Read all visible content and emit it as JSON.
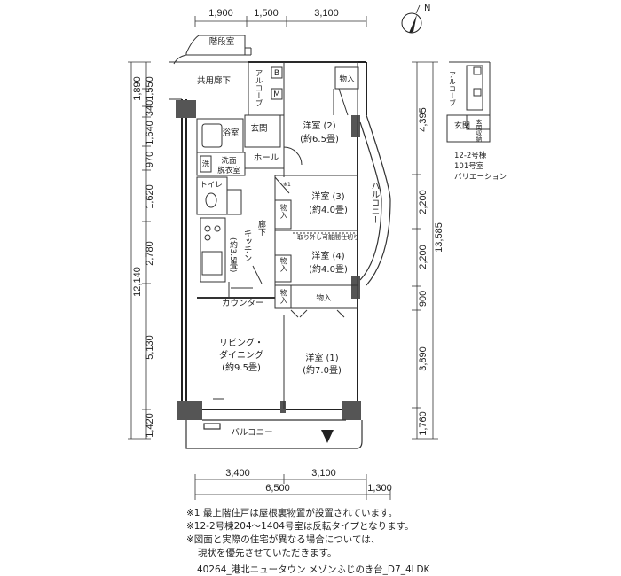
{
  "dims": {
    "top": [
      "1,900",
      "1,500",
      "3,100"
    ],
    "bottom_inner": [
      "3,400",
      "3,100"
    ],
    "bottom_total": "6,500",
    "bottom_extra": "1,300",
    "left_a": [
      "1,890",
      "340",
      "1,640",
      "970",
      "1,620",
      "2,780",
      "5,130",
      "1,420"
    ],
    "left_b": [
      "1,550"
    ],
    "left_total": "12,140",
    "right_a": [
      "4,395",
      "2,200",
      "2,200",
      "900",
      "3,890",
      "1,760"
    ],
    "right_total": "13,585"
  },
  "rooms": {
    "stair": "階段室",
    "corridor": "共用廊下",
    "alcove": "アルコーブ",
    "b": "B",
    "m": "M",
    "storage": "物入",
    "entrance": "玄関",
    "bath": "浴室",
    "wash": "洗",
    "washroom_a": "洗面",
    "washroom_b": "脱衣室",
    "hall": "ホール",
    "toilet": "トイレ",
    "western2_a": "洋室 (2)",
    "western2_b": "(約6.5畳)",
    "western3_a": "洋室 (3)",
    "western3_b": "(約4.0畳)",
    "western4_a": "洋室 (4)",
    "western4_b": "(約4.0畳)",
    "removable": "取り外し可能間仕切り",
    "hallway": "廊下",
    "kitchen": "キッチン",
    "kitchen_size": "(約3.5畳)",
    "counter": "カウンター",
    "living_a": "リビング・",
    "living_b": "ダイニング",
    "living_c": "(約9.5畳)",
    "western1_a": "洋室 (1)",
    "western1_b": "(約7.0畳)",
    "balcony": "バルコニー",
    "note_mark": "※1"
  },
  "variation": {
    "alcove": "アルコーブ",
    "entrance": "玄関",
    "shoe": "玄関収納",
    "caption1": "12-2号棟",
    "caption2": "101号室",
    "caption3": "バリエーション"
  },
  "compass": "N",
  "notes": [
    "※1 最上階住戸は屋根裏物置が設置されています。",
    "※12-2号棟204～1404号室は反転タイプとなります。",
    "※図面と実際の住宅が異なる場合については、",
    "現状を優先させていただきます。"
  ],
  "footer": "40264_港北ニュータウン メゾンふじのき台_D7_4LDK"
}
